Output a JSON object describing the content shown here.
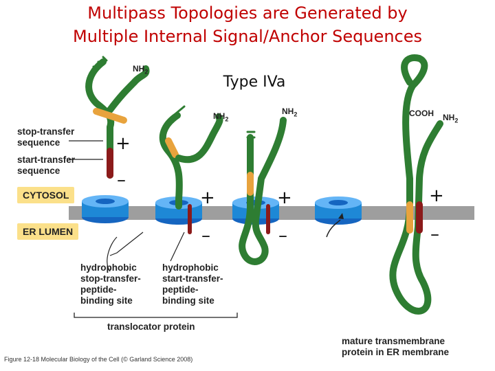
{
  "title_line1": "Multipass Topologies are Generated by",
  "title_line2": "Multiple Internal Signal/Anchor Sequences",
  "type_label": "Type IVa",
  "labels": {
    "stop_transfer_1": "stop-transfer",
    "stop_transfer_2": "sequence",
    "start_transfer_1": "start-transfer",
    "start_transfer_2": "sequence",
    "cytosol": "CYTOSOL",
    "er_lumen": "ER LUMEN",
    "hydrophobic_stop_1": "hydrophobic",
    "hydrophobic_stop_2": "stop-transfer-",
    "hydrophobic_stop_3": "peptide-",
    "hydrophobic_stop_4": "binding site",
    "hydrophobic_start_1": "hydrophobic",
    "hydrophobic_start_2": "start-transfer-",
    "hydrophobic_start_3": "peptide-",
    "hydrophobic_start_4": "binding site",
    "translocator": "translocator protein",
    "mature_1": "mature transmembrane",
    "mature_2": "protein in ER membrane"
  },
  "termini": {
    "nh2": "NH",
    "nh2_sub": "2",
    "cooh": "COOH"
  },
  "signs": {
    "plus": "+",
    "minus": "–"
  },
  "caption": "Figure 12-18 Molecular Biology of the Cell (© Garland Science 2008)",
  "colors": {
    "title": "#c00000",
    "protein": "#2e7d32",
    "stop_transfer": "#e8a33d",
    "start_transfer": "#8b1a1a",
    "membrane": "#9e9e9e",
    "translocator": "#1e88d6",
    "label_box": "#fbe08a"
  }
}
